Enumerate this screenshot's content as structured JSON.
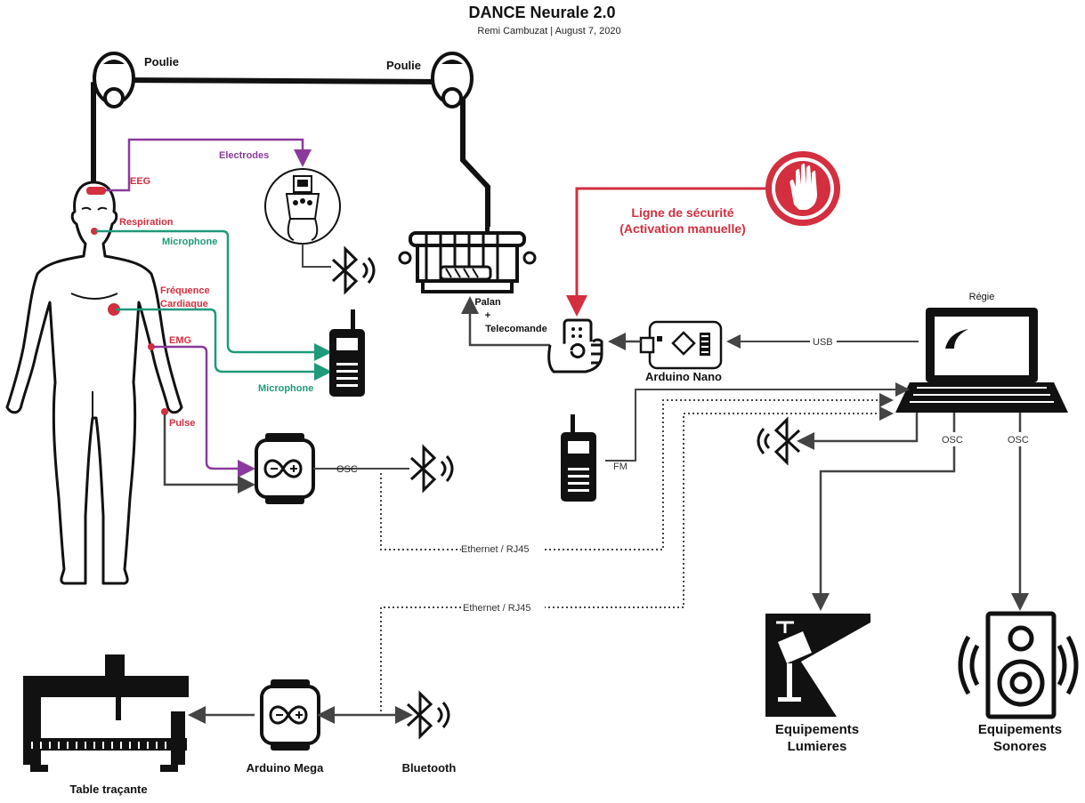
{
  "header": {
    "title": "DANCE Neurale 2.0",
    "subtitle": "Remi Cambuzat  |  August 7, 2020"
  },
  "labels": {
    "pulley_left": "Poulie",
    "pulley_right": "Poulie",
    "electrodes": "Electrodes",
    "eeg": "EEG",
    "respiration": "Respiration",
    "microphone_top": "Microphone",
    "frequence_1": "Fréquence",
    "frequence_2": "Cardiaque",
    "emg": "EMG",
    "pulse": "Pulse",
    "microphone_bottom": "Microphone",
    "palan": "Palan",
    "plus": "+",
    "telecommande": "Telecomande",
    "safety_1": "Ligne de sécurité",
    "safety_2": "(Activation manuelle)",
    "regie": "Régie",
    "usb": "USB",
    "arduino_nano": "Arduino Nano",
    "fm": "FM",
    "osc_body": "OSC",
    "osc_lights": "OSC",
    "osc_sound": "OSC",
    "ethernet_1": "Ethernet / RJ45",
    "ethernet_2": "Ethernet / RJ45",
    "lights_1": "Equipements",
    "lights_2": "Lumieres",
    "sound_1": "Equipements",
    "sound_2": "Sonores",
    "arduino_mega": "Arduino Mega",
    "bluetooth": "Bluetooth",
    "table": "Table traçante"
  },
  "colors": {
    "red": "#d32f3f",
    "teal": "#1e9a7a",
    "purple": "#8a3a9c",
    "dark": "#111111",
    "line": "#444444"
  },
  "icons": [
    "pulley-icon",
    "human-body-icon",
    "electrode-cap-icon",
    "bluetooth-icon",
    "walkie-talkie-icon",
    "arduino-watch-icon",
    "hoist-icon",
    "remote-control-icon",
    "arduino-nano-icon",
    "laptop-icon",
    "stop-hand-icon",
    "spotlight-icon",
    "speaker-icon",
    "plotter-icon"
  ]
}
